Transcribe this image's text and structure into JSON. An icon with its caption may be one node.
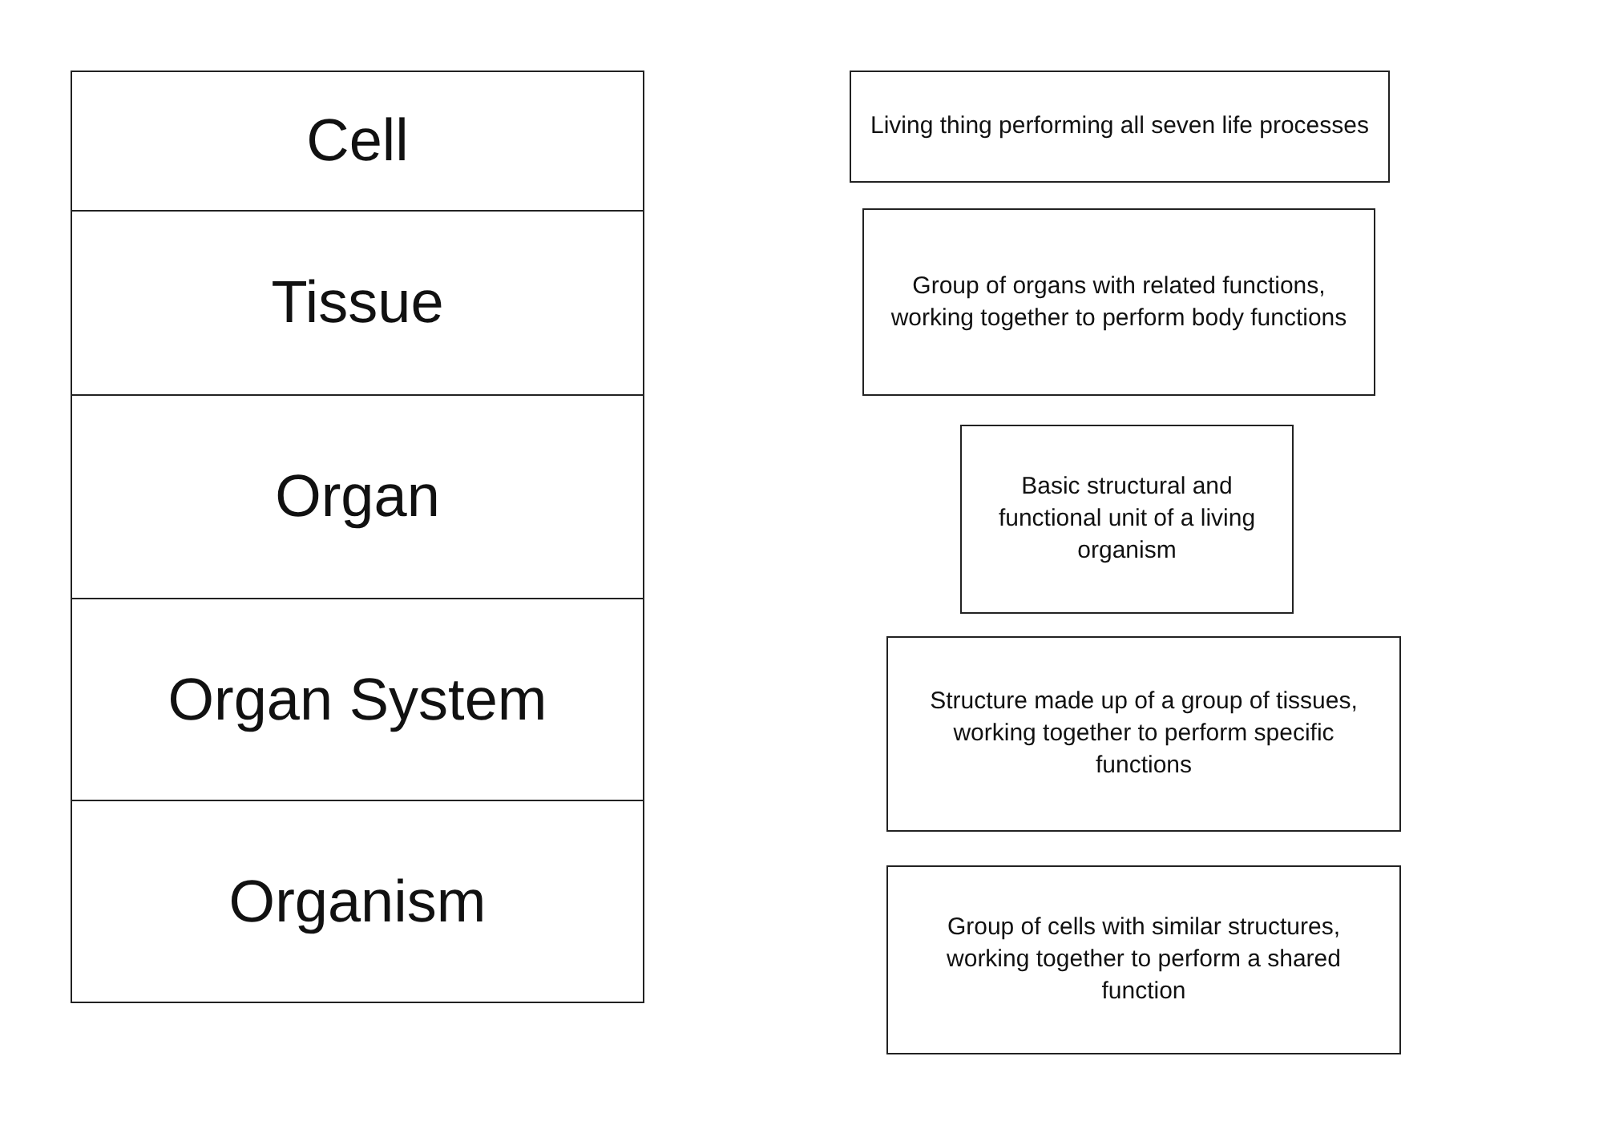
{
  "diagram": {
    "nodes": [
      {
        "text": [
          "Cell"
        ]
      },
      {
        "text": [
          "Tissue"
        ]
      },
      {
        "text": [
          "Organ"
        ]
      },
      {
        "text": [
          "Organ System"
        ]
      },
      {
        "text": [
          "Organism"
        ]
      },
      {
        "text": [
          "Living thing performing all seven life processes"
        ]
      },
      {
        "text": [
          "Group of organs with related functions, working together to perform body functions"
        ]
      },
      {
        "text": [
          "Basic structural and functional unit of a living organism"
        ]
      },
      {
        "text": [
          "Structure made up of a group of tissues, working together to perform specific functions"
        ]
      },
      {
        "text": [
          "Group of cells with similar structures, working together to perform a shared function"
        ]
      }
    ]
  }
}
